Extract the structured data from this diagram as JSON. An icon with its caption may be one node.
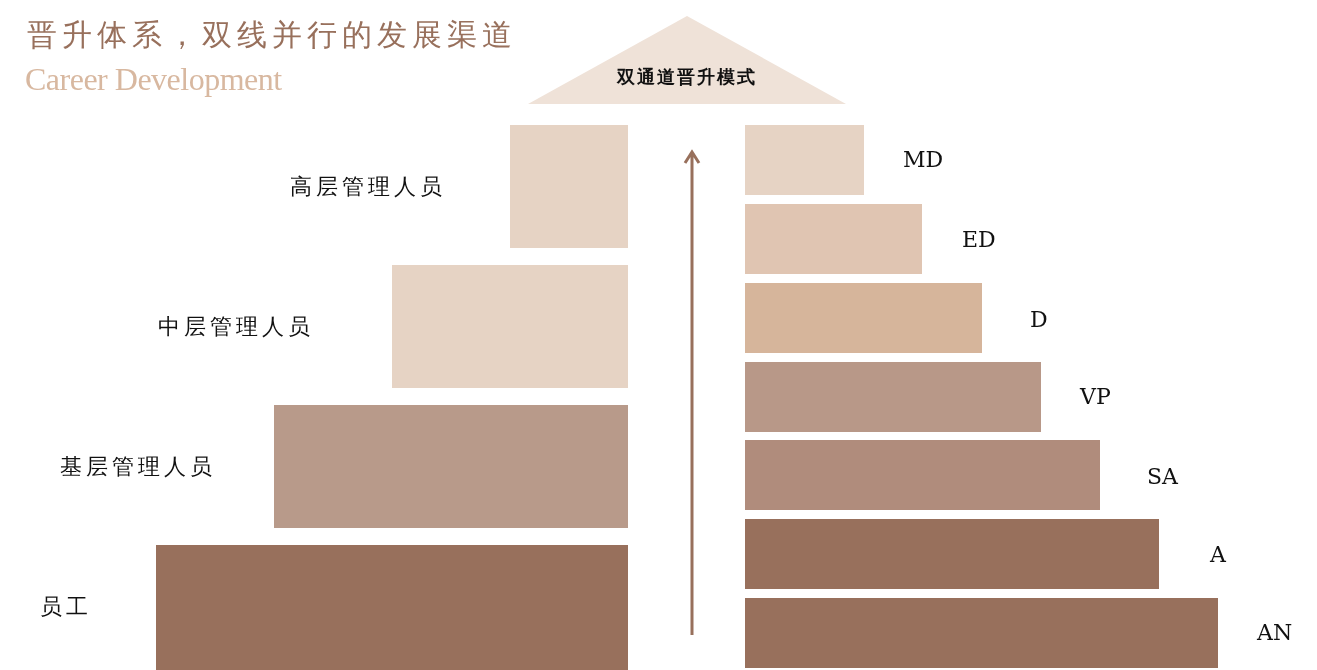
{
  "diagram": {
    "title": "晋升体系，双线并行的发展渠道",
    "nodes": [
      {
        "text": [
          "双通道晋升模式"
        ]
      },
      {
        "text": [],
        "shape": "bar",
        "beside": [
          "高层管理人员"
        ]
      },
      {
        "text": [],
        "shape": "bar",
        "beside": [
          "中层管理人员"
        ]
      },
      {
        "text": [],
        "shape": "bar",
        "beside": [
          "基层管理人员"
        ]
      },
      {
        "text": [],
        "shape": "bar",
        "beside": [
          "员工"
        ]
      },
      {
        "text": [],
        "shape": "bar",
        "beside": [
          "MD"
        ]
      },
      {
        "text": [],
        "shape": "bar",
        "beside": [
          "ED"
        ]
      },
      {
        "text": [],
        "shape": "bar",
        "beside": [
          "D"
        ]
      },
      {
        "text": [],
        "shape": "bar",
        "beside": [
          "VP"
        ]
      },
      {
        "text": [],
        "shape": "bar",
        "beside": [
          "SA"
        ]
      },
      {
        "text": [],
        "shape": "bar",
        "beside": [
          "A"
        ]
      },
      {
        "text": [],
        "shape": "bar",
        "beside": [
          "AN"
        ]
      }
    ],
    "edges": [],
    "labels": [
      "Career Development"
    ]
  }
}
